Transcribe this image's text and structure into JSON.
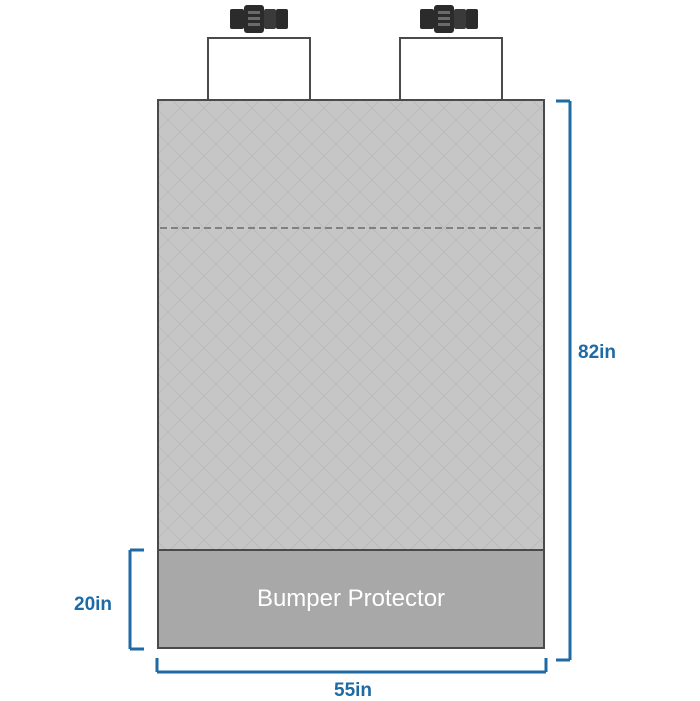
{
  "labels": {
    "height": "82in",
    "bumper_height": "20in",
    "width": "55in",
    "bumper": "Bumper Protector"
  },
  "colors": {
    "dimension": "#1e6aa5",
    "mat_fill": "#c6c6c6",
    "bumper_fill": "#a8a8a8",
    "outline": "#4a4a4a",
    "buckle": "#2b2b2b"
  },
  "icons": {
    "left_buckle": "buckle-icon",
    "right_buckle": "buckle-icon"
  }
}
